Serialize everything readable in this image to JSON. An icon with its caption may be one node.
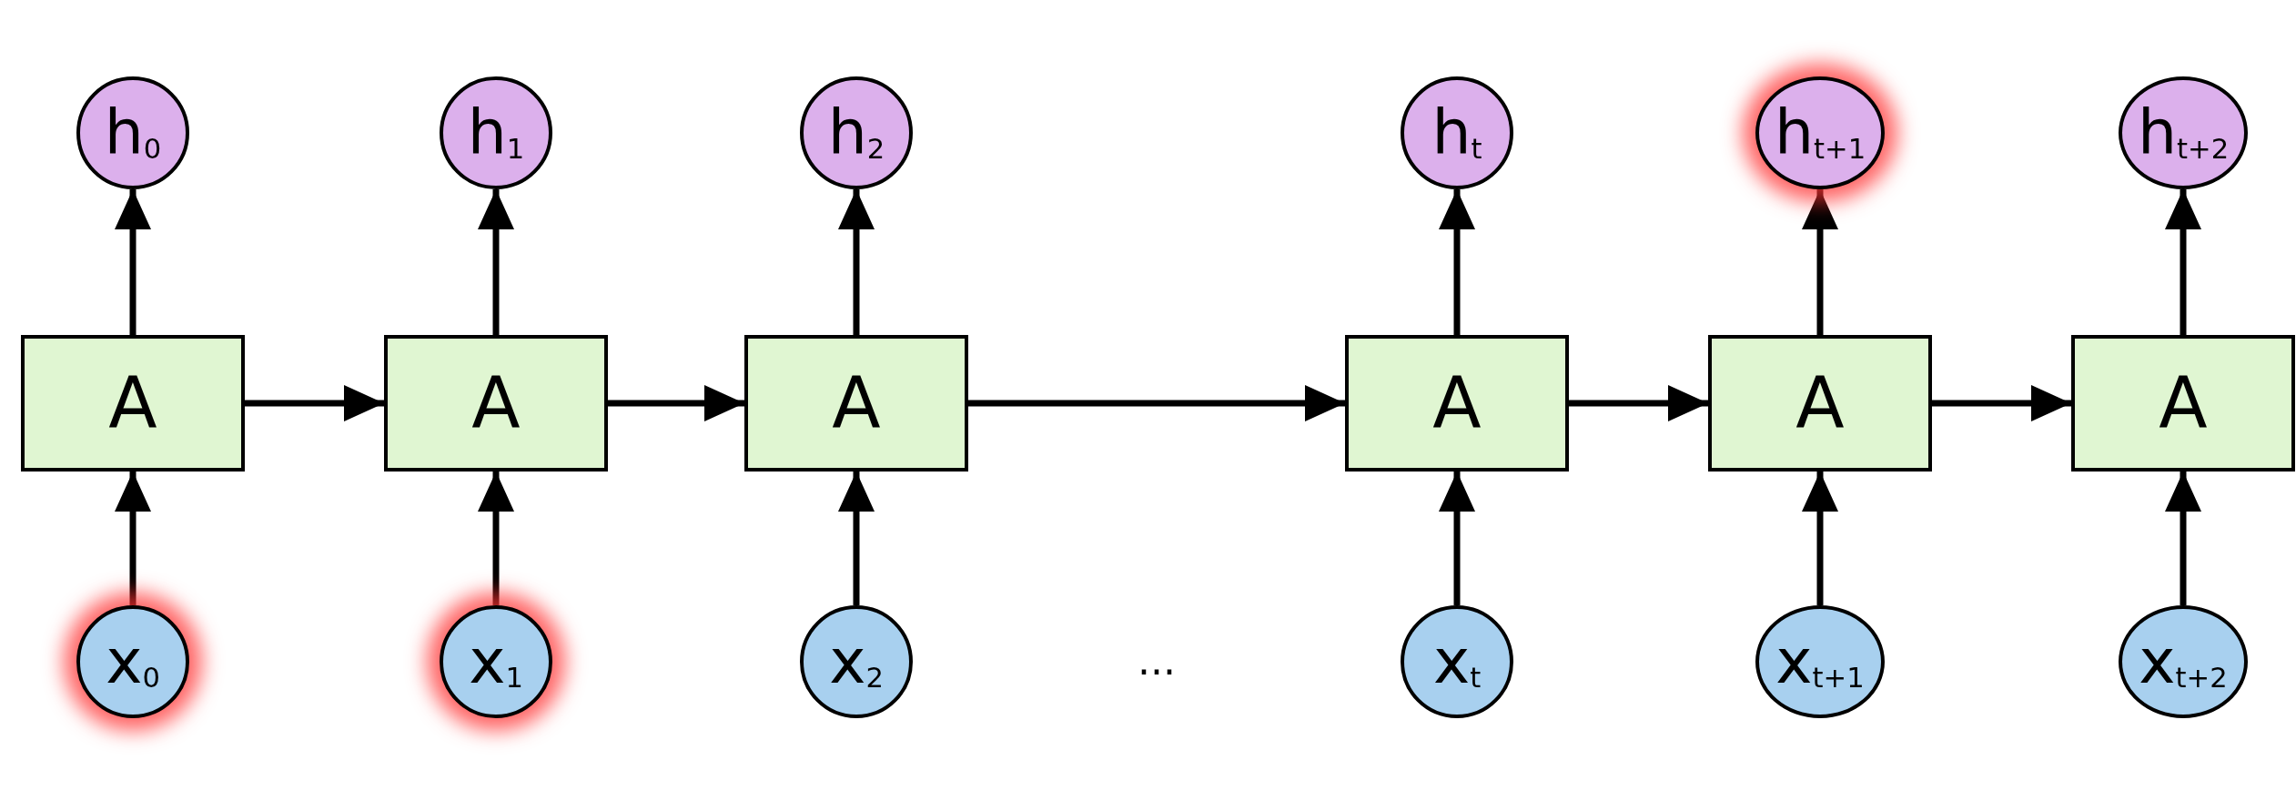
{
  "diagram": {
    "nodes": [
      {
        "text": [
          "h$_{0}$"
        ]
      },
      {
        "text": [
          "h$_{1}$"
        ]
      },
      {
        "text": [
          "h$_{2}$"
        ]
      },
      {
        "text": [
          "h$_{t}$"
        ]
      },
      {
        "text": [
          "h$_{t+1}$"
        ]
      },
      {
        "text": [
          "h$_{t+2}$"
        ]
      },
      {
        "text": [
          "A"
        ]
      },
      {
        "text": [
          "A"
        ]
      },
      {
        "text": [
          "A"
        ]
      },
      {
        "text": [
          "A"
        ]
      },
      {
        "text": [
          "A"
        ]
      },
      {
        "text": [
          "A"
        ]
      },
      {
        "text": [
          "x$_{0}$"
        ]
      },
      {
        "text": [
          "x$_{1}$"
        ]
      },
      {
        "text": [
          "x$_{2}$"
        ]
      },
      {
        "text": [
          "x$_{t}$"
        ]
      },
      {
        "text": [
          "x$_{t+1}$"
        ]
      },
      {
        "text": [
          "x$_{t+2}$"
        ]
      }
    ],
    "edges": [
      {
        "from": 12,
        "to": 6,
        "arrow": "to"
      },
      {
        "from": 6,
        "to": 0,
        "arrow": "to"
      },
      {
        "from": 6,
        "to": 7,
        "arrow": "to"
      },
      {
        "from": 13,
        "to": 7,
        "arrow": "to"
      },
      {
        "from": 7,
        "to": 1,
        "arrow": "to"
      },
      {
        "from": 7,
        "to": 8,
        "arrow": "to"
      },
      {
        "from": 14,
        "to": 8,
        "arrow": "to"
      },
      {
        "from": 8,
        "to": 2,
        "arrow": "to"
      },
      {
        "from": 8,
        "to": 9,
        "arrow": "to"
      },
      {
        "from": 15,
        "to": 9,
        "arrow": "to"
      },
      {
        "from": 9,
        "to": 3,
        "arrow": "to"
      },
      {
        "from": 9,
        "to": 10,
        "arrow": "to"
      },
      {
        "from": 16,
        "to": 10,
        "arrow": "to"
      },
      {
        "from": 10,
        "to": 4,
        "arrow": "to"
      },
      {
        "from": 10,
        "to": 11,
        "arrow": "to"
      },
      {
        "from": 17,
        "to": 11,
        "arrow": "to"
      },
      {
        "from": 11,
        "to": 5,
        "arrow": "to"
      }
    ],
    "labels": [
      "..."
    ]
  }
}
